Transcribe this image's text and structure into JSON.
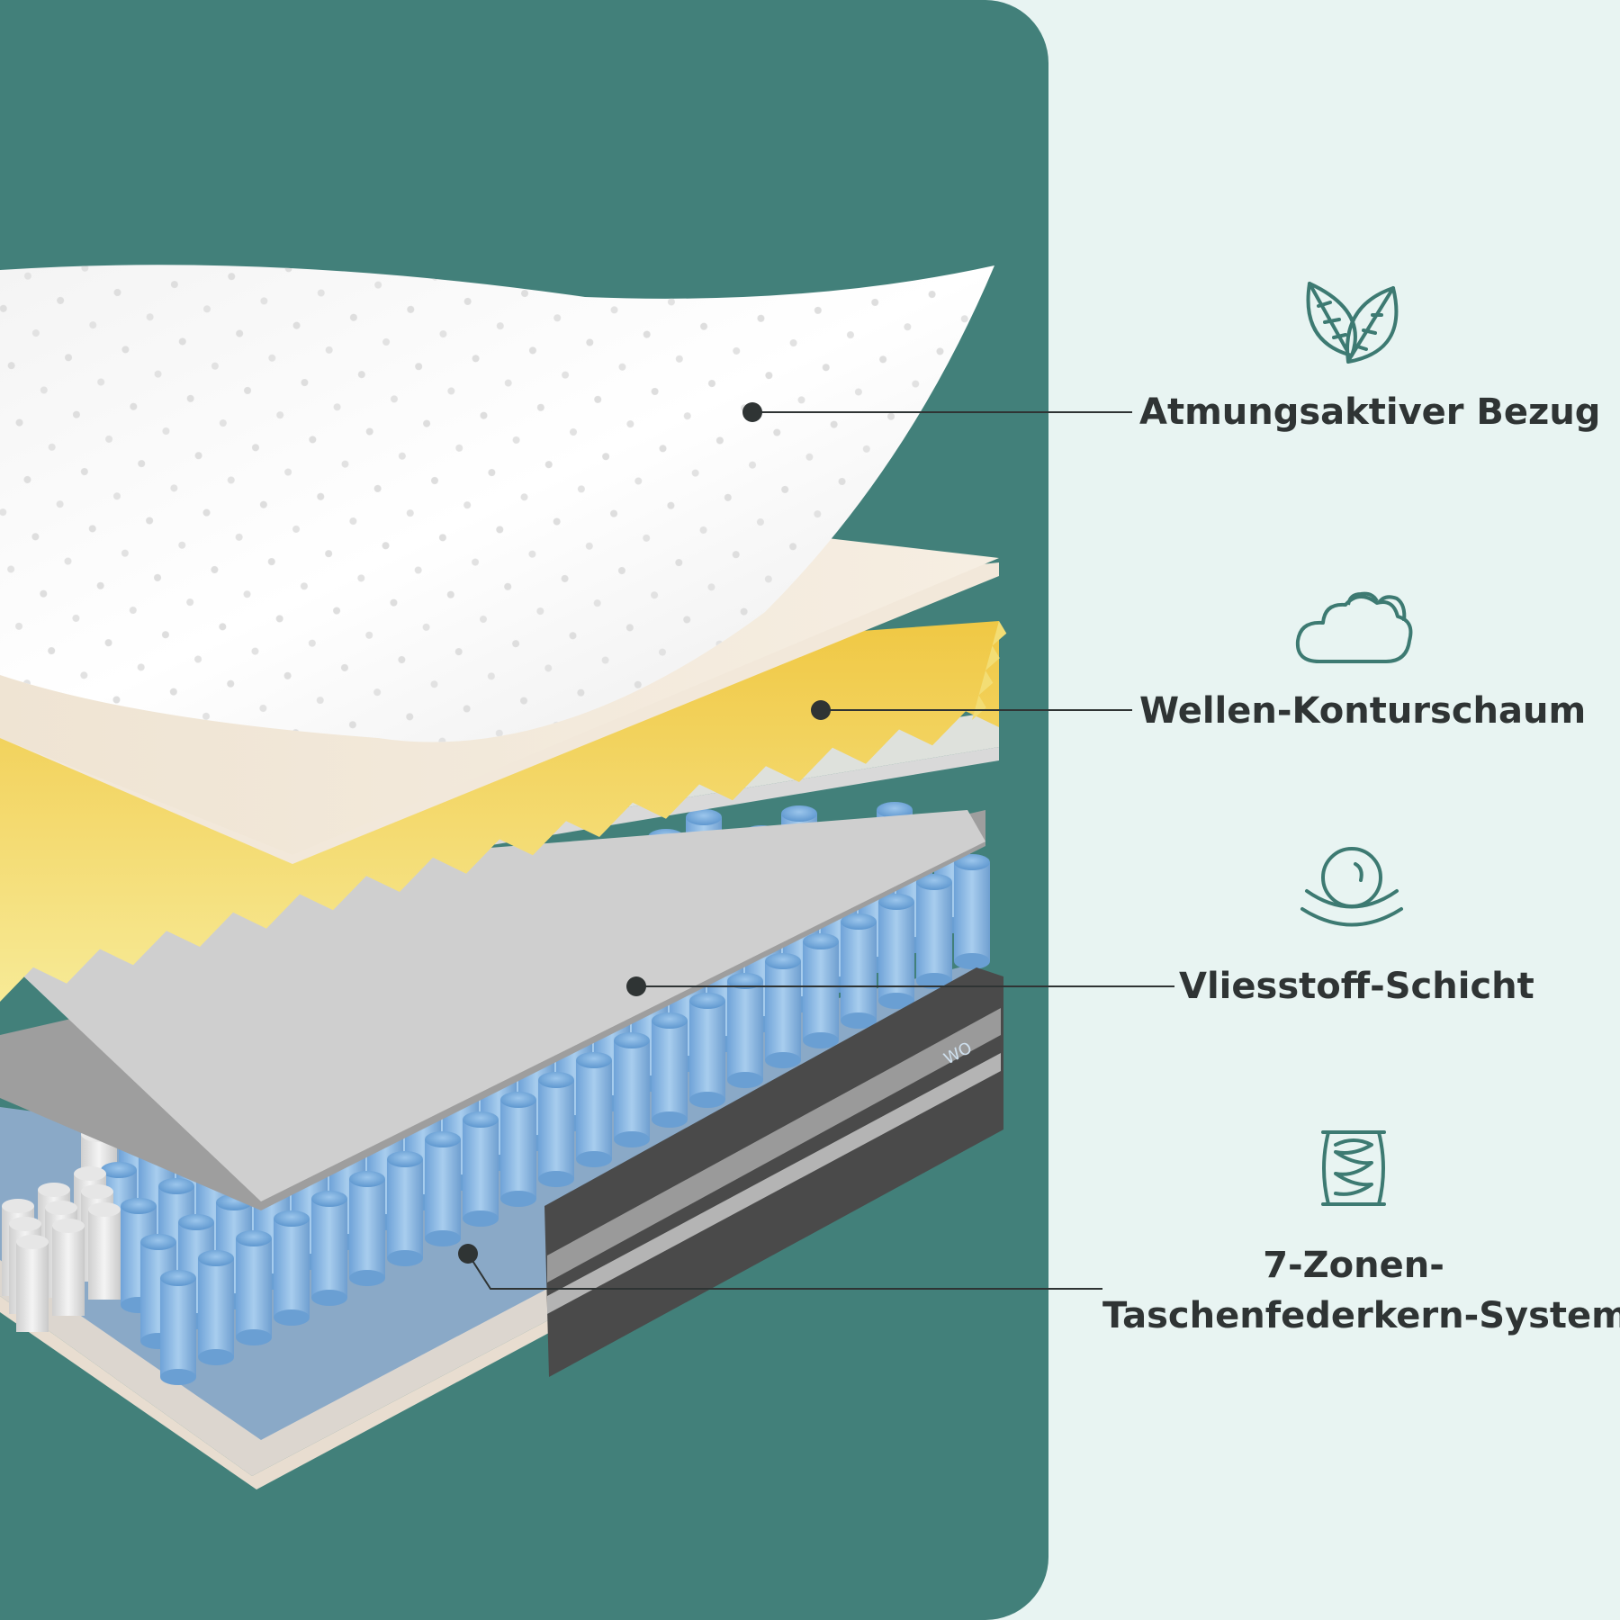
{
  "colors": {
    "panel": "#42807a",
    "background": "#e8f4f2",
    "icon": "#3d7a72",
    "text": "#2f3434",
    "leader": "#2f3434"
  },
  "layers": [
    {
      "name": "cover",
      "label": "Atmungsaktiver Bezug",
      "icon": "leaves-icon"
    },
    {
      "name": "foam",
      "label": "Wellen-Konturschaum",
      "icon": "cloud-icon"
    },
    {
      "name": "fleece",
      "label": "Vliesstoff-Schicht",
      "icon": "pressure-icon"
    },
    {
      "name": "springs",
      "label_line1": "7-Zonen-",
      "label_line2": "Taschenfederkern-System",
      "icon": "spring-coil-icon"
    }
  ],
  "brand_mark": "WO"
}
